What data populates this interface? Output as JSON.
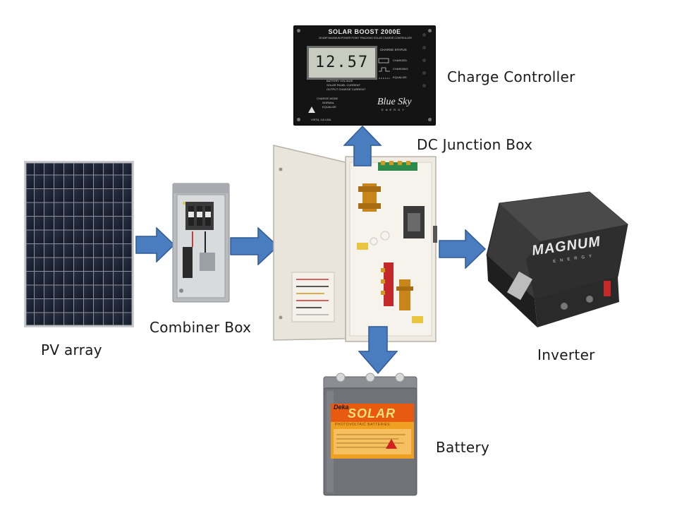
{
  "labels": {
    "pv_array": "PV array",
    "combiner_box": "Combiner Box",
    "dc_junction_box": "DC Junction Box",
    "charge_controller": "Charge Controller",
    "inverter": "Inverter",
    "battery": "Battery"
  },
  "controller": {
    "brand_header": "SOLAR BOOST 2000E",
    "subheader": "25 AMP MAXIMUM POWER POINT TRACKING SOLAR CHARGE CONTROLLER",
    "display_value": "12.57",
    "charge_status": "CHARGE STATUS",
    "status_charged": "CHARGED",
    "status_charging": "CHARGING",
    "status_equalize": "EQUALIZE",
    "readout_1": "BATTERY VOLTAGE",
    "readout_2": "SOLAR PANEL CURRENT",
    "readout_3": "OUTPUT CHARGE CURRENT",
    "charge_mode": "CHARGE MODE",
    "mode_normal": "NORMAL",
    "mode_equalize": "EQUALIZE",
    "logo_line1": "Blue Sky",
    "logo_line2": "ENERGY",
    "location": "VISTA, CA USA"
  },
  "inverter_brand": {
    "name": "MAGNUM",
    "sub": "ENERGY"
  },
  "battery_brand": {
    "maker": "Deka",
    "name": "SOLAR",
    "sub": "PHOTOVOLTAIC BATTERIES"
  },
  "colors": {
    "arrow_fill": "#4a7cc0",
    "arrow_stroke": "#2f5a94",
    "panel_cell": "#1e2432",
    "controller_body": "#141414",
    "lcd_bg": "#c8ccc0",
    "junction_box": "#e9e5dc",
    "inverter_body": "#2a2a2a",
    "battery_body": "#6f7377",
    "battery_label": "#f0a020"
  }
}
